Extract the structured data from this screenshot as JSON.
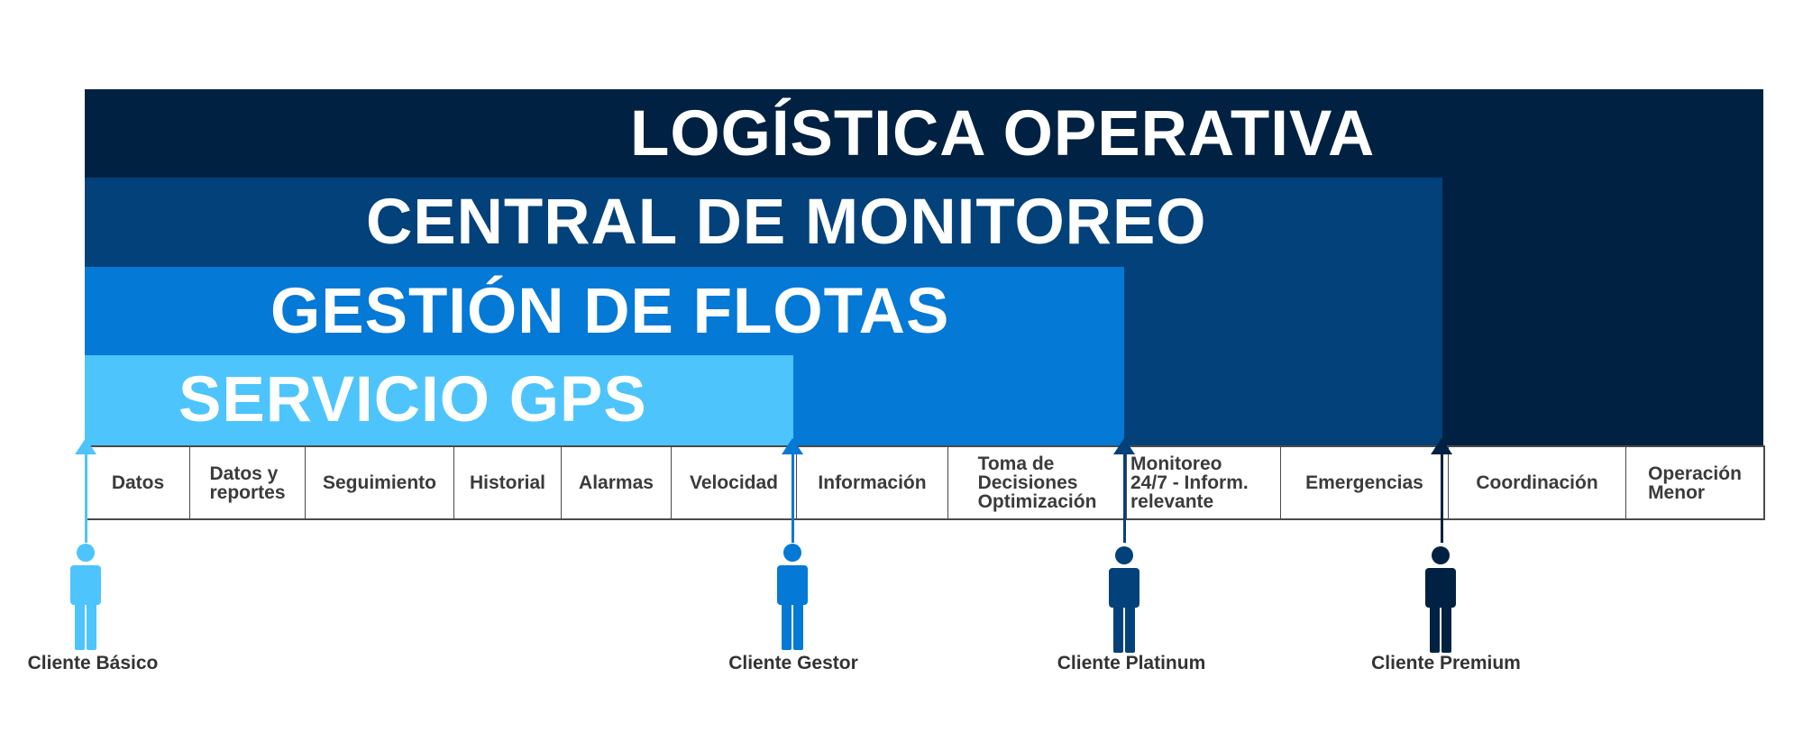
{
  "layers": {
    "logistica": {
      "title": "LOGÍSTICA OPERATIVA",
      "color": "#012142"
    },
    "central": {
      "title": "CENTRAL DE MONITOREO",
      "color": "#02417a"
    },
    "gestion": {
      "title": "GESTIÓN DE FLOTAS",
      "color": "#0479d6"
    },
    "gps": {
      "title": "SERVICIO GPS",
      "color": "#4dc4fc"
    }
  },
  "features": [
    "Datos",
    "Datos y\nreportes",
    "Seguimiento",
    "Historial",
    "Alarmas",
    "Velocidad",
    "Información",
    "Toma de\nDecisiones\nOptimización",
    "Monitoreo\n24/7 - Inform.\nrelevante",
    "Emergencias",
    "Coordinación",
    "Operación\nMenor"
  ],
  "clients": {
    "basico": {
      "label": "Cliente Básico",
      "color": "#4dc4fc",
      "icon": "person-icon"
    },
    "gestor": {
      "label": "Cliente Gestor",
      "color": "#0479d6",
      "icon": "person-icon"
    },
    "platinum": {
      "label": "Cliente Platinum",
      "color": "#02417a",
      "icon": "person-icon"
    },
    "premium": {
      "label": "Cliente Premium",
      "color": "#012142",
      "icon": "person-icon"
    }
  }
}
